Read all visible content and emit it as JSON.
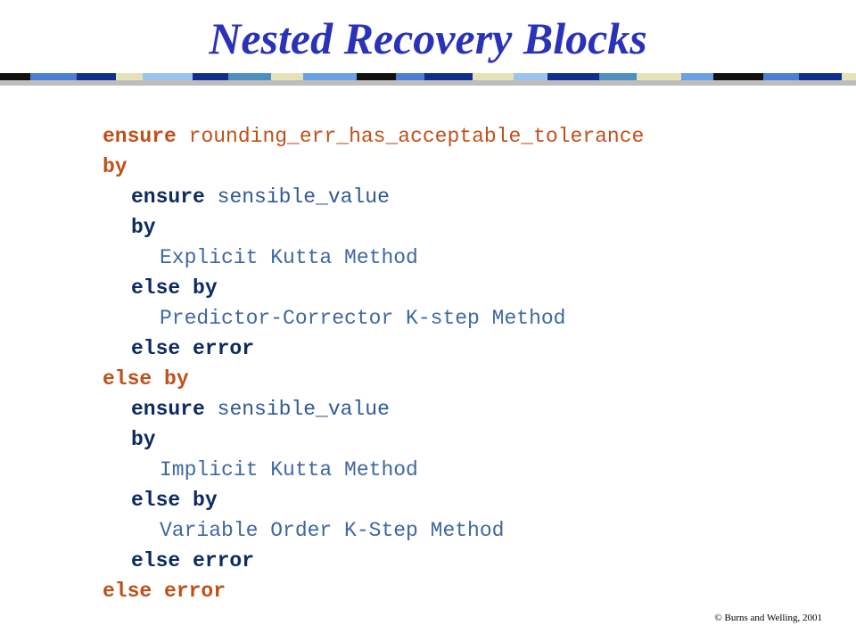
{
  "slide": {
    "title": "Nested Recovery Blocks",
    "copyright": "© Burns and Welling, 2001"
  },
  "colors": {
    "title": "#2a32b8",
    "outer": "#c0501a",
    "inner_keyword": "#0c2a62",
    "inner_text": "#2e5a96",
    "body_text": "#3f68a0"
  },
  "code": {
    "l1_kw": "ensure",
    "l1_text": "rounding_err_has_acceptable_tolerance",
    "l2_kw": "by",
    "l3_kw": "ensure",
    "l3_text": "sensible_value",
    "l4_kw": "by",
    "l5_text": "Explicit Kutta Method",
    "l6_kw": "else by",
    "l7_text": "Predictor-Corrector K-step Method",
    "l8_kw": "else error",
    "l9_kw": "else by",
    "l10_kw": "ensure",
    "l10_text": "sensible_value",
    "l11_kw": "by",
    "l12_text": "Implicit Kutta Method",
    "l13_kw": "else by",
    "l14_text": "Variable Order K-Step Method",
    "l15_kw": "else error",
    "l16_kw": "else error"
  }
}
